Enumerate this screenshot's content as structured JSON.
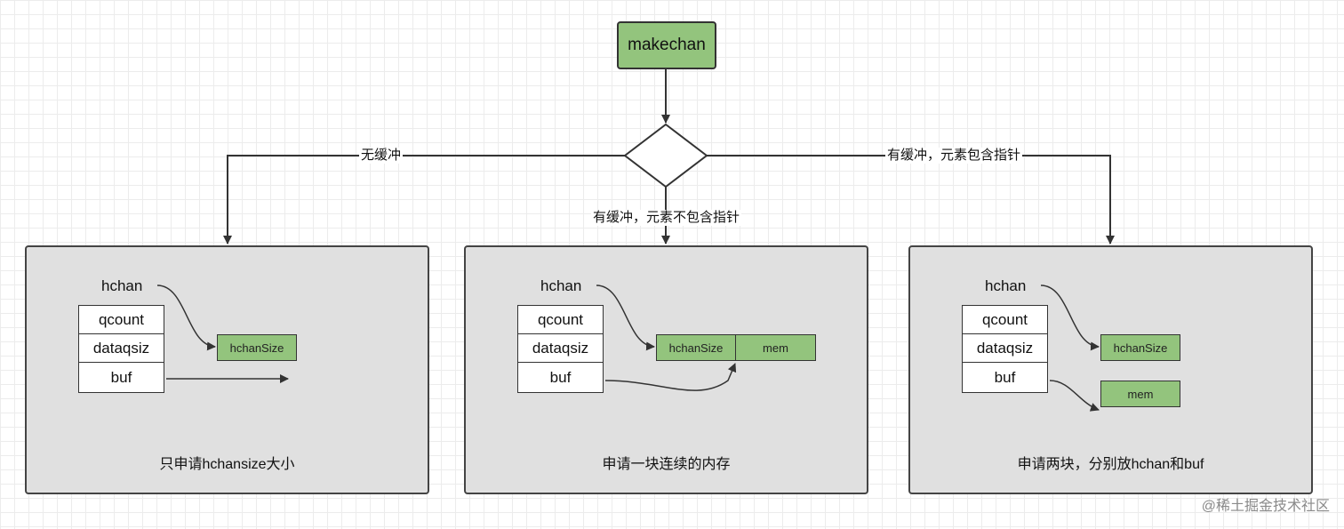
{
  "start_node": {
    "label": "makechan"
  },
  "branches": {
    "left": "无缓冲",
    "middle": "有缓冲，元素不包含指针",
    "right": "有缓冲，元素包含指针"
  },
  "panels": [
    {
      "pointer_label": "hchan",
      "fields": [
        "qcount",
        "dataqsiz",
        "buf"
      ],
      "boxes": [
        "hchanSize"
      ],
      "caption": "只申请hchansize大小"
    },
    {
      "pointer_label": "hchan",
      "fields": [
        "qcount",
        "dataqsiz",
        "buf"
      ],
      "boxes": [
        "hchanSize",
        "mem"
      ],
      "caption": "申请一块连续的内存"
    },
    {
      "pointer_label": "hchan",
      "fields": [
        "qcount",
        "dataqsiz",
        "buf"
      ],
      "boxes": [
        "hchanSize",
        "mem"
      ],
      "caption": "申请两块，分别放hchan和buf"
    }
  ],
  "watermark": "@稀土掘金技术社区",
  "colors": {
    "box_fill": "#93c47d",
    "panel_fill": "#e0e0e0",
    "line": "#333333"
  }
}
